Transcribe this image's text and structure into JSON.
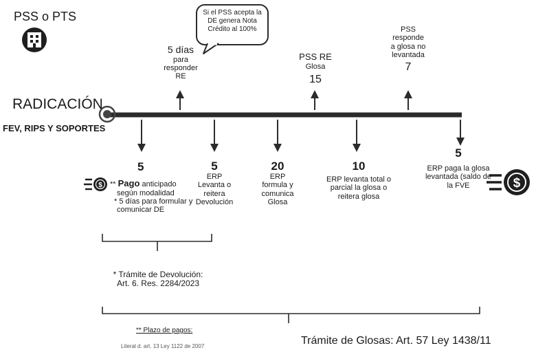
{
  "actor": {
    "title": "PSS o PTS",
    "icon": "hospital-building-icon"
  },
  "start": {
    "title": "RADICACIÓN",
    "subtitle": "FEV, RIPS Y SOPORTES"
  },
  "above": {
    "callout": [
      "Si el PSS acepta la",
      "DE genera Nota",
      "Crédito al 100%"
    ],
    "e1": {
      "number": "5 días",
      "lines": [
        "para",
        "responder",
        "RE"
      ]
    },
    "e2": {
      "line1": "PSS RE",
      "line2": "Glosa",
      "number": "15"
    },
    "e3": {
      "lines": [
        "PSS",
        "responde",
        "a glosa no",
        "levantada"
      ],
      "number": "7"
    }
  },
  "below": {
    "b1": {
      "number": "5",
      "line1_marker": "**",
      "line1_word": "Pago",
      "line1_rest": "anticipado",
      "line2": "según modalidad",
      "line3": "* 5 días para formular y",
      "line4": "comunicar DE"
    },
    "b2": {
      "number": "5",
      "lines": [
        "ERP",
        "Levanta o",
        "reitera",
        "Devolución"
      ]
    },
    "b3": {
      "number": "20",
      "lines": [
        "ERP",
        "formula y",
        "comunica",
        "Glosa"
      ]
    },
    "b4": {
      "number": "10",
      "lines": [
        "ERP levanta total o",
        "parcial la glosa o",
        "reitera glosa"
      ]
    },
    "b5": {
      "number": "5",
      "lines": [
        "ERP paga la glosa",
        "levantada (saldo de",
        "la FVE"
      ]
    }
  },
  "devolucion": {
    "line1": "* Trámite de Devolución:",
    "line2": "Art. 6. Res. 2284/2023"
  },
  "footer": {
    "plazo_label": "** Plazo de pagos:",
    "plazo_ref": "Literal d. art. 13 Ley 1122 de 2007",
    "glosas": "Trámite de Glosas: Art. 57 Ley 1438/11"
  },
  "icons": {
    "left": "coin-dollar-icon",
    "right": "coin-dollar-icon"
  },
  "colors": {
    "timeline": "#2b2b2b",
    "text": "#1a1a1a"
  }
}
